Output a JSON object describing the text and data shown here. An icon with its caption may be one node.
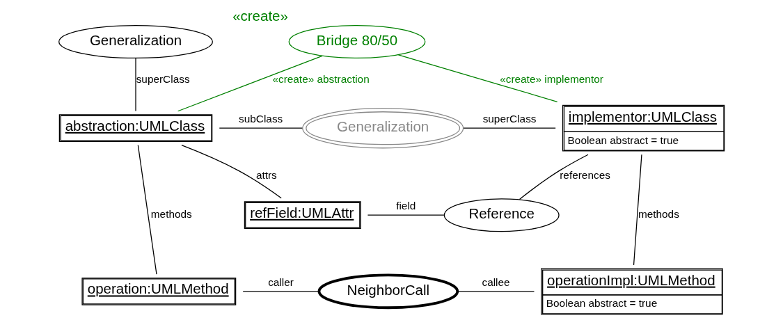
{
  "diagram": {
    "nodes": [
      {
        "text": [
          "Generalization"
        ]
      },
      {
        "text": [
          "Bridge 80/50"
        ],
        "beside": [
          "«create»"
        ]
      },
      {
        "text": [
          "abstraction:UMLClass"
        ]
      },
      {
        "text": [
          "Generalization"
        ]
      },
      {
        "text": [
          "implementor:UMLClass",
          "Boolean abstract = true"
        ]
      },
      {
        "text": [
          "refField:UMLAttr"
        ]
      },
      {
        "text": [
          "Reference"
        ]
      },
      {
        "text": [
          "operation:UMLMethod"
        ]
      },
      {
        "text": [
          "NeighborCall"
        ]
      },
      {
        "text": [
          "operationImpl:UMLMethod",
          "Boolean abstract = true"
        ]
      }
    ],
    "edges": [
      {
        "from": 0,
        "to": 2,
        "arrow": "none",
        "label": "superClass"
      },
      {
        "from": 1,
        "to": 2,
        "arrow": "none",
        "label": "«create» abstraction",
        "color": "#008000"
      },
      {
        "from": 1,
        "to": 4,
        "arrow": "none",
        "label": "«create» implementor",
        "color": "#008000"
      },
      {
        "from": 2,
        "to": 3,
        "arrow": "none",
        "label": "subClass"
      },
      {
        "from": 3,
        "to": 4,
        "arrow": "none",
        "label": "superClass"
      },
      {
        "from": 2,
        "to": 5,
        "arrow": "none",
        "label": "attrs"
      },
      {
        "from": 6,
        "to": 5,
        "arrow": "none",
        "label": "field"
      },
      {
        "from": 6,
        "to": 4,
        "arrow": "none",
        "label": "references"
      },
      {
        "from": 2,
        "to": 7,
        "arrow": "none",
        "label": "methods"
      },
      {
        "from": 4,
        "to": 9,
        "arrow": "none",
        "label": "methods"
      },
      {
        "from": 8,
        "to": 7,
        "arrow": "none",
        "label": "caller"
      },
      {
        "from": 8,
        "to": 9,
        "arrow": "none",
        "label": "callee"
      }
    ]
  }
}
